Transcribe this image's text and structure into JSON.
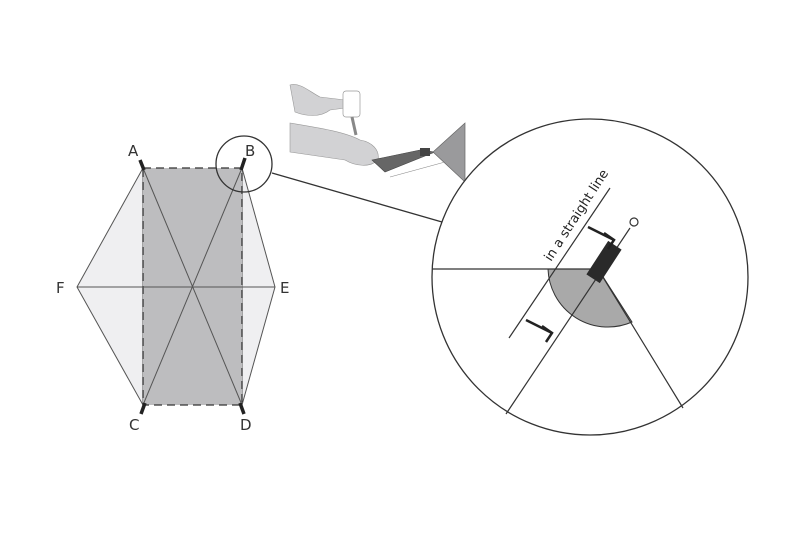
{
  "diagram": {
    "type": "tent-pitching-diagram",
    "hexagon": {
      "vertex_labels": {
        "A": "A",
        "B": "B",
        "C": "C",
        "D": "D",
        "E": "E",
        "F": "F"
      },
      "rectangle_fill": "#bdbdbf",
      "side_fill": "#efeff1"
    },
    "detail": {
      "annotation": "in a straight line",
      "wedge_fill": "#a9a9a9"
    },
    "illustration": "hammer-driving-tent-peg"
  }
}
